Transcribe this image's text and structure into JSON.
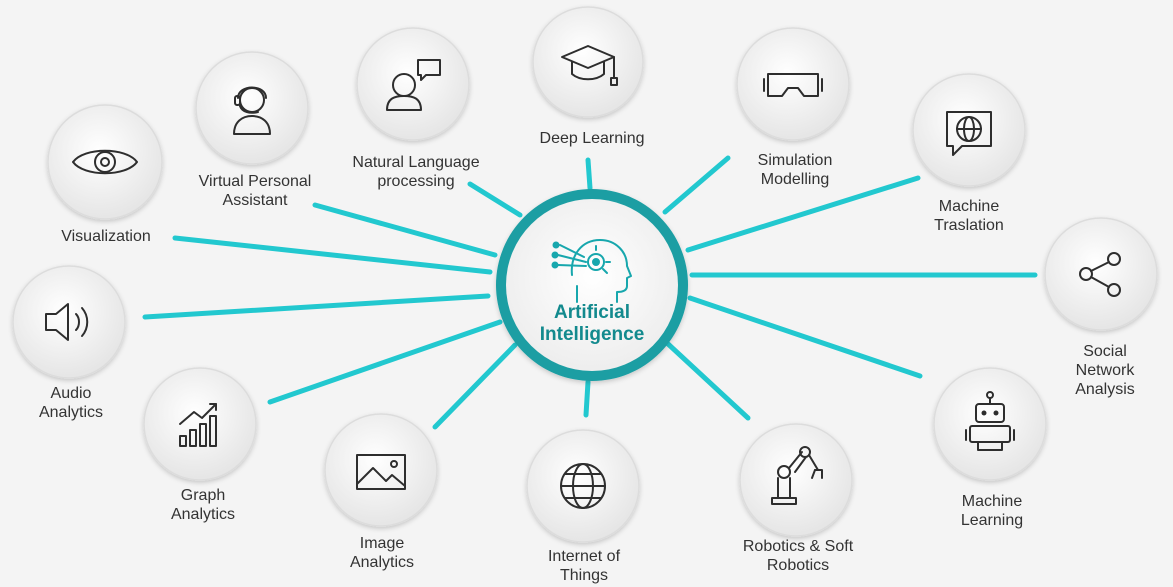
{
  "title": "",
  "center": {
    "label": "Artificial\nIntelligence",
    "icon": "ai-head-icon"
  },
  "colors": {
    "spoke": "#22c8cf",
    "center_ring": "#1a9ea3",
    "center_text": "#138a8e",
    "background": "#f4f4f4"
  },
  "nodes": [
    {
      "id": "visualization",
      "label": "Visualization",
      "icon": "eye-icon"
    },
    {
      "id": "virtual-personal-assistant",
      "label": "Virtual Personal\nAssistant",
      "icon": "headset-person-icon"
    },
    {
      "id": "natural-language-processing",
      "label": "Natural Language\nprocessing",
      "icon": "person-speech-icon"
    },
    {
      "id": "deep-learning",
      "label": "Deep Learning",
      "icon": "graduation-cap-icon"
    },
    {
      "id": "simulation-modelling",
      "label": "Simulation\nModelling",
      "icon": "vr-goggles-icon"
    },
    {
      "id": "machine-translation",
      "label": "Machine\nTraslation",
      "icon": "globe-chat-icon"
    },
    {
      "id": "social-network-analysis",
      "label": "Social Network\nAnalysis",
      "icon": "share-icon"
    },
    {
      "id": "machine-learning",
      "label": "Machine\nLearning",
      "icon": "robot-icon"
    },
    {
      "id": "robotics-soft-robotics",
      "label": "Robotics & Soft\nRobotics",
      "icon": "robotic-arm-icon"
    },
    {
      "id": "internet-of-things",
      "label": "Internet of\nThings",
      "icon": "globe-icon"
    },
    {
      "id": "image-analytics",
      "label": "Image\nAnalytics",
      "icon": "image-icon"
    },
    {
      "id": "graph-analytics",
      "label": "Graph\nAnalytics",
      "icon": "bar-chart-icon"
    },
    {
      "id": "audio-analytics",
      "label": "Audio\nAnalytics",
      "icon": "speaker-icon"
    }
  ]
}
